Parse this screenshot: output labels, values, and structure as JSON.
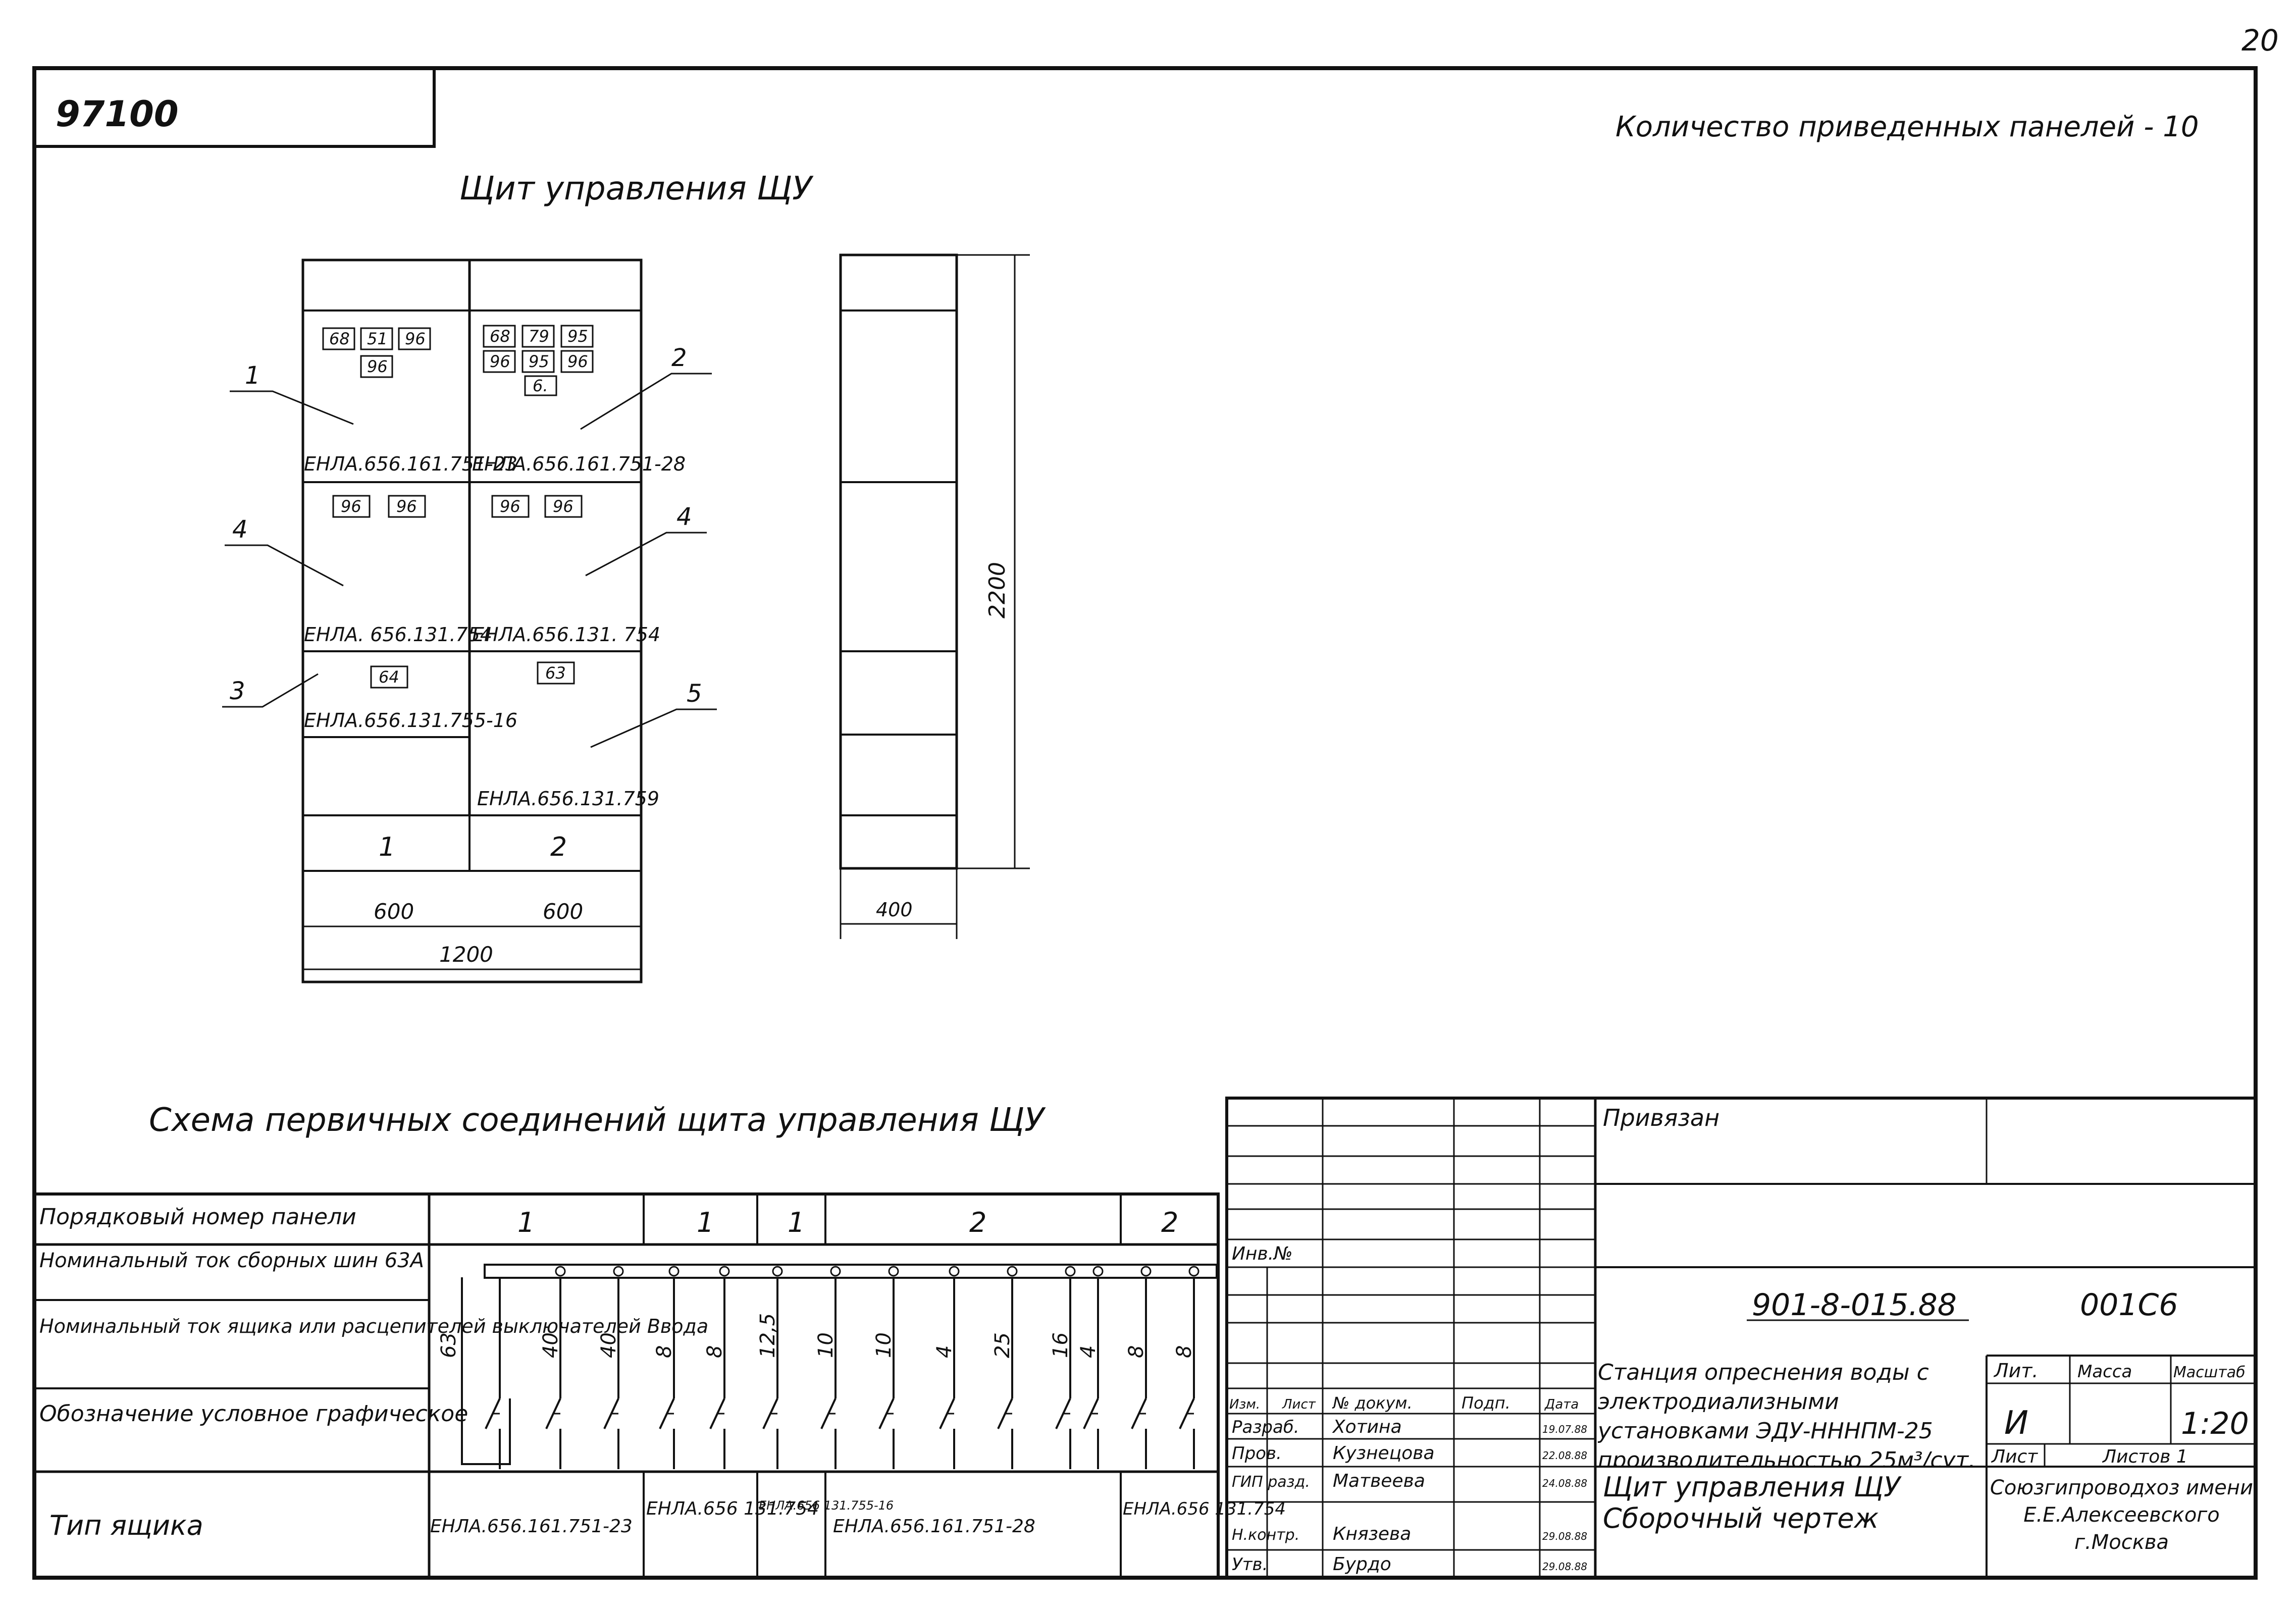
{
  "sheet": {
    "page_number": "20",
    "archive_code": "97100",
    "panel_count_note": "Количество приведенных панелей - 10"
  },
  "front_view": {
    "title": "Щит управления ЩУ",
    "panel1": {
      "row1": [
        "68",
        "51",
        "96"
      ],
      "row2": [
        "96"
      ],
      "row3": [
        "96",
        "96"
      ],
      "row4": [
        "64"
      ],
      "type_top": "ЕНЛА.656.161.751-23",
      "type_mid": "ЕНЛА. 656.131.754",
      "type_low": "ЕНЛА.656.131.755-16",
      "number": "1"
    },
    "panel2": {
      "row1": [
        "68",
        "79",
        "95"
      ],
      "row2": [
        "96",
        "95",
        "96"
      ],
      "row2b": [
        "6."
      ],
      "row3": [
        "96",
        "96"
      ],
      "row4": [
        "63"
      ],
      "type_top": "ЕНЛА.656.161.751-28",
      "type_mid": "ЕНЛА.656.131. 754",
      "type_low": "ЕНЛА.656.131.759",
      "number": "2"
    },
    "callouts": [
      "1",
      "2",
      "4",
      "4",
      "3",
      "5"
    ],
    "dim_w1": "600",
    "dim_w2": "600",
    "dim_total": "1200"
  },
  "side_view": {
    "dim_height": "2200",
    "dim_depth": "400"
  },
  "schematic": {
    "title": "Схема первичных соединений щита управления ЩУ",
    "row_labels": [
      "Порядковый номер панели",
      "Номинальный ток сборных шин 63А",
      "Номинальный ток ящика или расцепителей выключателей Ввода",
      "Обозначение условное графическое",
      "Тип ящика"
    ],
    "panel_numbers": [
      "1",
      "1",
      "1",
      "2",
      "2"
    ],
    "currents": [
      "63",
      "40",
      "40",
      "8",
      "8",
      "12,5",
      "10",
      "10",
      "4",
      "25",
      "16",
      "4",
      "8",
      "8"
    ],
    "box_types": [
      "ЕНЛА.656.161.751-23",
      "ЕНЛА.656 131.754",
      "ЕНЛА.656 131.755-16",
      "ЕНЛА.656.161.751-28",
      "ЕНЛА.656 131.754"
    ]
  },
  "title_block": {
    "attached": "Привязан",
    "inv_no": "Инв.№",
    "doc_code": "901-8-015.88",
    "sheet_code": "001С6",
    "hdr": [
      "Изм.",
      "Лист",
      "№ докум.",
      "Подп.",
      "Дата"
    ],
    "people": [
      {
        "role": "Разраб.",
        "name": "Хотина",
        "date": "19.07.88"
      },
      {
        "role": "Пров.",
        "name": "Кузнецова",
        "date": "22.08.88"
      },
      {
        "role": "ГИП разд.",
        "name": "Матвеева",
        "date": "24.08.88"
      },
      {
        "role": "Н.контр.",
        "name": "Князева",
        "date": "29.08.88"
      },
      {
        "role": "Утв.",
        "name": "Бурдо",
        "date": "29.08.88"
      }
    ],
    "project_title": "Станция опреснения воды с электродиализными установками ЭДУ-НННПМ-25 производительностью 25м³/сут.",
    "lit_label": "Лит.",
    "mass_label": "Масса",
    "scale_label": "Масштаб",
    "lit_value": "И",
    "scale_value": "1:20",
    "sheet_label": "Лист",
    "sheets_label": "Листов 1",
    "drawing_title": "Щит управления ЩУ Сборочный чертеж",
    "org": "Союзгипроводхоз имени Е.Е.Алексеевского г.Москва"
  }
}
